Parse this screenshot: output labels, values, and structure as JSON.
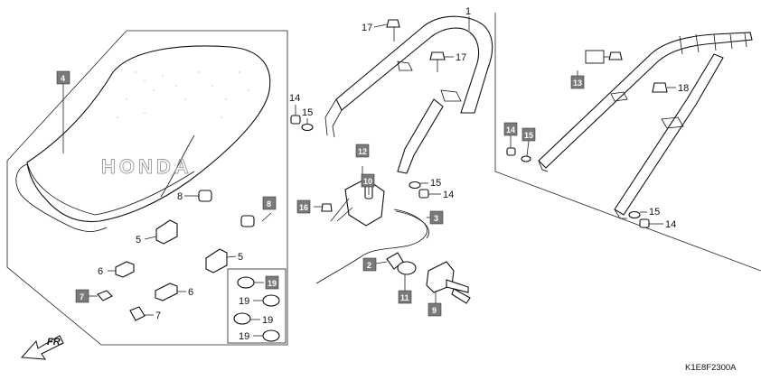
{
  "diagram_code": "K1E8F2300A",
  "direction_label": "FR.",
  "brand_text": "HONDA",
  "callouts": {
    "c1": "1",
    "c2": "2",
    "c3": "3",
    "c4": "4",
    "c5a": "5",
    "c5b": "5",
    "c6a": "6",
    "c6b": "6",
    "c7": "7",
    "c8a": "8",
    "c8b": "8",
    "c9": "9",
    "c10": "10",
    "c11": "11",
    "c12": "12",
    "c13": "13",
    "c14a": "14",
    "c14b": "14",
    "c14c": "14",
    "c14d": "14",
    "c15a": "15",
    "c15b": "15",
    "c15c": "15",
    "c15d": "15",
    "c16": "16",
    "c17a": "17",
    "c17b": "17",
    "c18": "18",
    "c19a": "19",
    "c19b": "19",
    "c19c": "19",
    "c19d": "19"
  }
}
